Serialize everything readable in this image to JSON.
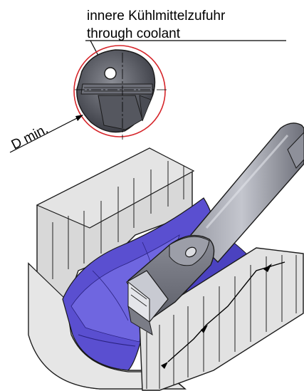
{
  "labels": {
    "coolant_de": "innere Kühlmittelzufuhr",
    "coolant_en": "through coolant",
    "diameter": "D min."
  },
  "colors": {
    "purple": "#5a4fd0",
    "purple_dark": "#3c32a8",
    "tool_grey": "#7a7c86",
    "tool_light": "#b8bac2",
    "dim_red": "#d6262b",
    "hatch": "#222222"
  }
}
